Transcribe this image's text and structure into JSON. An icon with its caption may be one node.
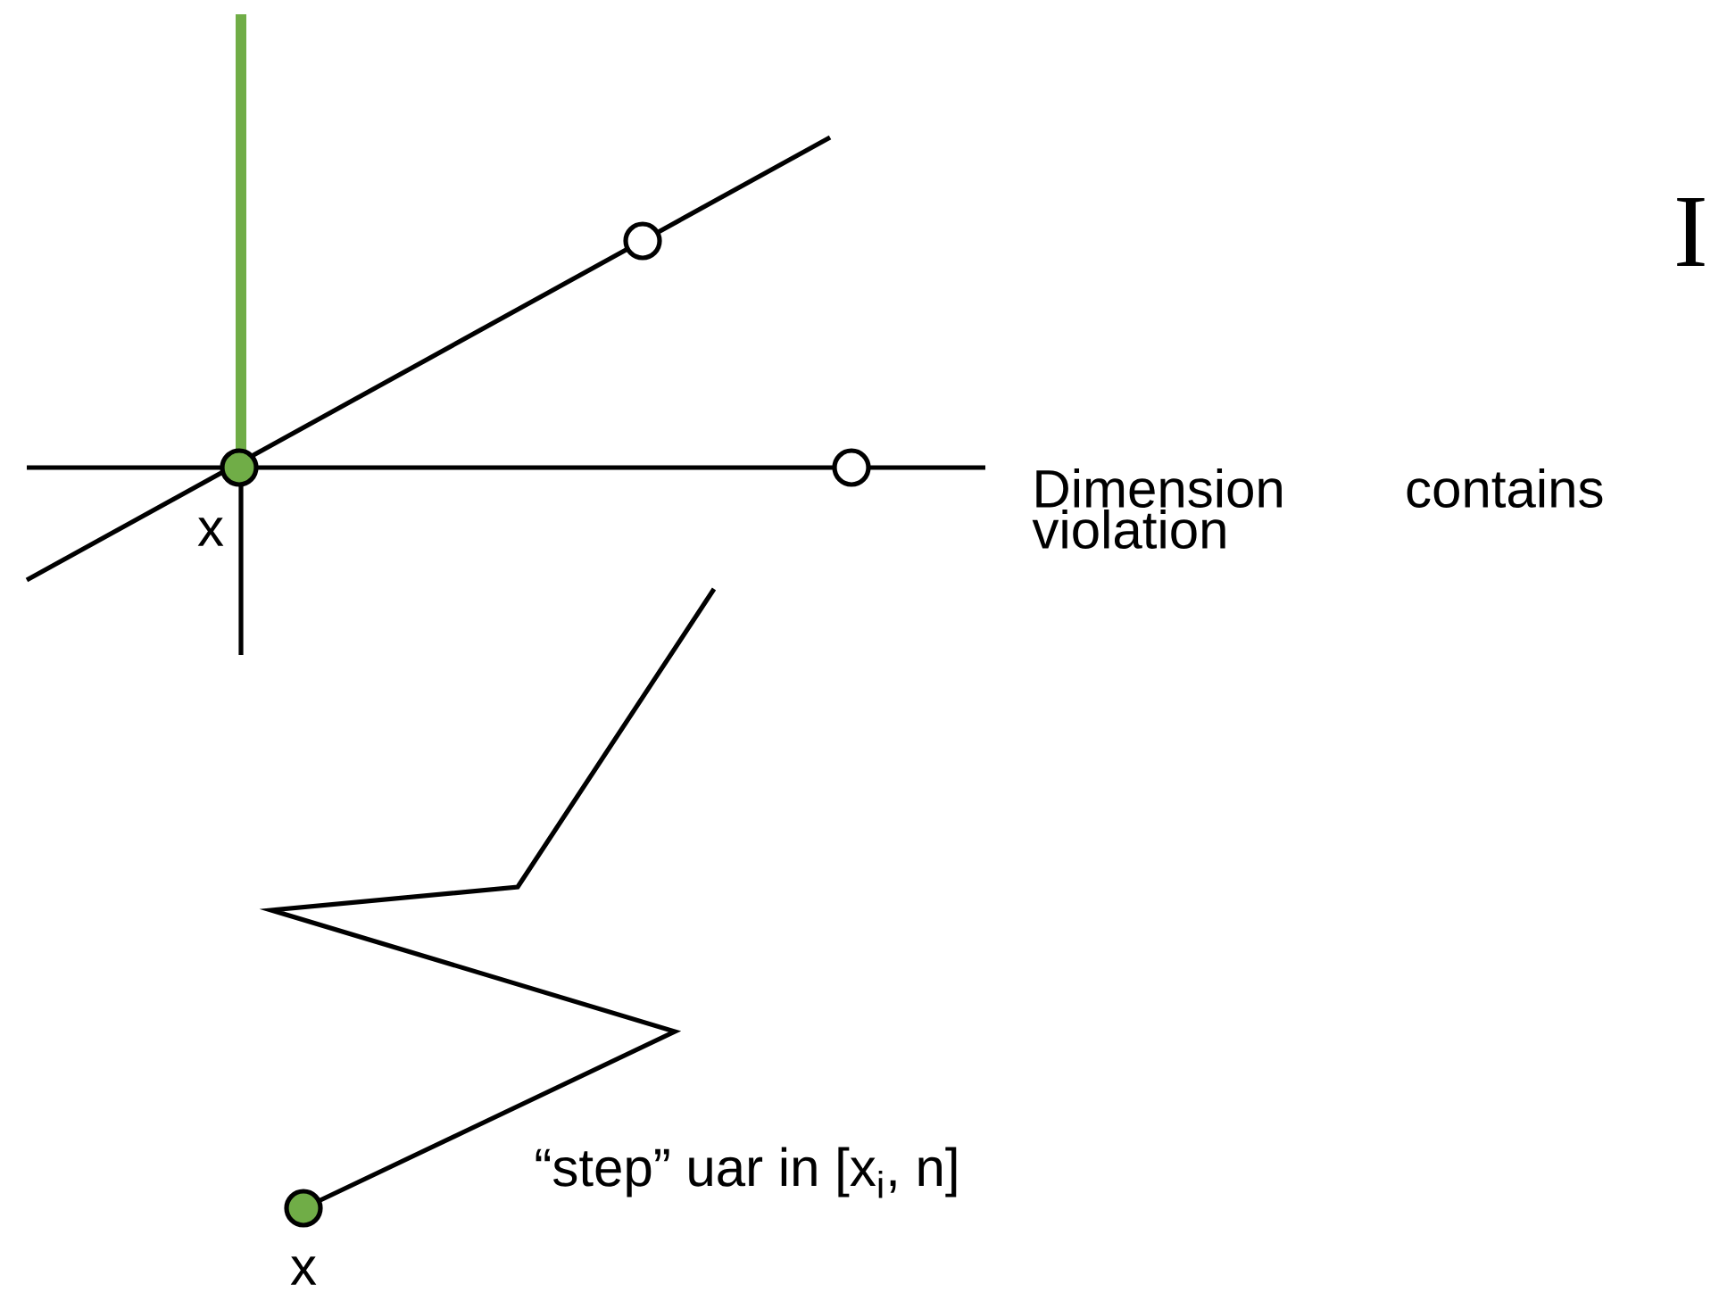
{
  "diagram": {
    "labels": [
      "I",
      "Dimension contains violation",
      "x",
      "“step” uar in [x$_{i}$, n]",
      "x"
    ]
  }
}
